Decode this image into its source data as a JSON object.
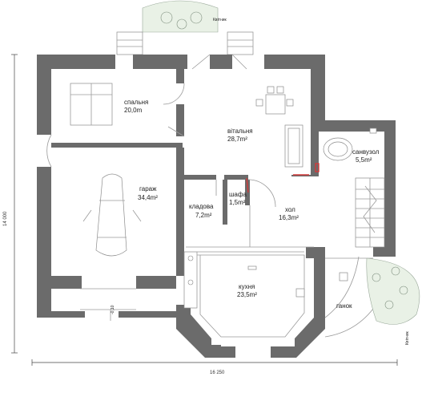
{
  "rooms": {
    "bedroom": {
      "name": "спальня",
      "area": "20,0m"
    },
    "living": {
      "name": "вітальня",
      "area": "28,7m²"
    },
    "bath": {
      "name": "санвузол",
      "area": "5,5m²"
    },
    "garage": {
      "name": "гараж",
      "area": "34,4m²"
    },
    "storage": {
      "name": "кладова",
      "area": "7,2m²"
    },
    "closet": {
      "name": "шафа",
      "area": "1,5m²"
    },
    "hall": {
      "name": "хол",
      "area": "16,3m²"
    },
    "kitchen": {
      "name": "кухня",
      "area": "23,5m²"
    },
    "porch": {
      "name": "ганок"
    }
  },
  "labels": {
    "flowerbed_top": "Квітник",
    "flowerbed_right": "Квітник",
    "dim_width": "16 250",
    "dim_height": "14 000",
    "level": "-0,10"
  },
  "colors": {
    "wall": "#6b6b6b",
    "accent": "#d23a3a",
    "planting": "#e9f1e6"
  }
}
